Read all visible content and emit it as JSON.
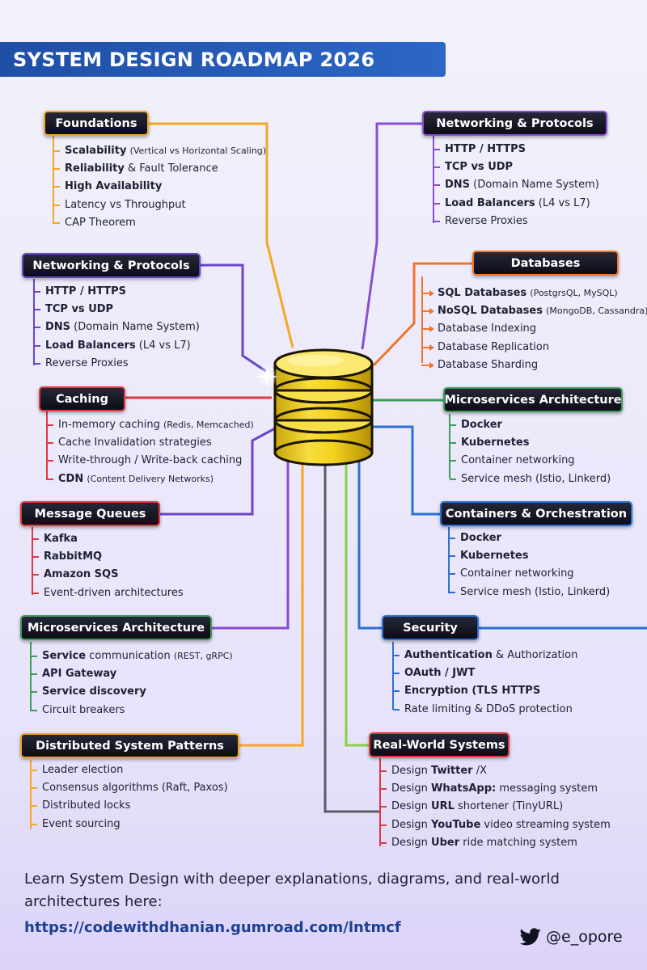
{
  "title": "SYSTEM DESIGN ROADMAP 2026",
  "colors": {
    "orange": "#f5a623",
    "purple": "#7b4bd6",
    "red": "#e0393e",
    "violet": "#9b3fcf",
    "green": "#3e9c5a",
    "orange2": "#f0742a",
    "blue": "#2c6fd6",
    "lightgreen": "#8bcf45"
  },
  "sections": {
    "foundations": {
      "title": "Foundations",
      "items": [
        {
          "b": "Scalability",
          "t": " ",
          "s": "(Vertical vs Horizontal Scaling)"
        },
        {
          "b": "Reliability",
          "t": " & Fault Tolerance",
          "s": ""
        },
        {
          "b": "High Availability",
          "t": "",
          "s": ""
        },
        {
          "b": "",
          "t": "Latency vs Throughput",
          "s": ""
        },
        {
          "b": "",
          "t": "CAP Theorem",
          "s": ""
        }
      ]
    },
    "networking_right": {
      "title": "Networking & Protocols",
      "items": [
        {
          "b": "HTTP / HTTPS",
          "t": "",
          "s": ""
        },
        {
          "b": "TCP vs UDP",
          "t": "",
          "s": ""
        },
        {
          "b": "DNS",
          "t": " (Domain Name System)",
          "s": ""
        },
        {
          "b": "Load Balancers",
          "t": " (L4 vs L7)",
          "s": ""
        },
        {
          "b": "",
          "t": "Reverse Proxies",
          "s": ""
        }
      ]
    },
    "networking_left": {
      "title": "Networking & Protocols",
      "items": [
        {
          "b": "HTTP / HTTPS",
          "t": "",
          "s": ""
        },
        {
          "b": "TCP vs UDP",
          "t": "",
          "s": ""
        },
        {
          "b": "DNS",
          "t": " (Domain Name System)",
          "s": ""
        },
        {
          "b": "Load Balancers",
          "t": " (L4 vs L7)",
          "s": ""
        },
        {
          "b": "",
          "t": "Reverse Proxies",
          "s": ""
        }
      ]
    },
    "databases": {
      "title": "Databases",
      "items": [
        {
          "b": "SQL Databases",
          "t": " ",
          "s": "(PostgrsQL, MySQL)"
        },
        {
          "b": "NoSQL Databases",
          "t": " ",
          "s": "(MongoDB, Cassandra)"
        },
        {
          "b": "",
          "t": "Database Indexing",
          "s": ""
        },
        {
          "b": "",
          "t": "Database Replication",
          "s": ""
        },
        {
          "b": "",
          "t": "Database Sharding",
          "s": ""
        }
      ]
    },
    "caching": {
      "title": "Caching",
      "items": [
        {
          "b": "",
          "t": "In-memory caching ",
          "s": "(Redis, Memcached)"
        },
        {
          "b": "",
          "t": "Cache Invalidation strategies",
          "s": ""
        },
        {
          "b": "",
          "t": "Write-through / Write-back caching",
          "s": ""
        },
        {
          "b": "CDN",
          "t": " ",
          "s": "(Content Delivery Networks)"
        }
      ]
    },
    "microservices_right": {
      "title": "Microservices Architecture",
      "items": [
        {
          "b": "Docker",
          "t": "",
          "s": ""
        },
        {
          "b": "Kubernetes",
          "t": "",
          "s": ""
        },
        {
          "b": "",
          "t": "Container networking",
          "s": ""
        },
        {
          "b": "",
          "t": "Service mesh (Istio, Linkerd)",
          "s": ""
        }
      ]
    },
    "message_queues": {
      "title": "Message Queues",
      "items": [
        {
          "b": "Kafka",
          "t": "",
          "s": ""
        },
        {
          "b": "RabbitMQ",
          "t": "",
          "s": ""
        },
        {
          "b": "Amazon SQS",
          "t": "",
          "s": ""
        },
        {
          "b": "",
          "t": "Event-driven architectures",
          "s": ""
        }
      ]
    },
    "containers": {
      "title": "Containers & Orchestration",
      "items": [
        {
          "b": "Docker",
          "t": "",
          "s": ""
        },
        {
          "b": "Kubernetes",
          "t": "",
          "s": ""
        },
        {
          "b": "",
          "t": "Container networking",
          "s": ""
        },
        {
          "b": "",
          "t": "Service mesh (Istio, Linkerd)",
          "s": ""
        }
      ]
    },
    "microservices_left": {
      "title": "Microservices Architecture",
      "items": [
        {
          "b": "Service",
          "t": " communication ",
          "s": "(REST, gRPC)"
        },
        {
          "b": "API Gateway",
          "t": "",
          "s": ""
        },
        {
          "b": "Service discovery",
          "t": "",
          "s": ""
        },
        {
          "b": "",
          "t": "Circuit breakers",
          "s": ""
        }
      ]
    },
    "security": {
      "title": "Security",
      "items": [
        {
          "b": "Authentication",
          "t": " & Authorization",
          "s": ""
        },
        {
          "b": "OAuth / JWT",
          "t": "",
          "s": ""
        },
        {
          "b": "Encryption (TLS HTTPS",
          "t": "",
          "s": ""
        },
        {
          "b": "",
          "t": "Rate limiting & DDoS protection",
          "s": ""
        }
      ]
    },
    "distributed": {
      "title": "Distributed System Patterns",
      "items": [
        {
          "b": "",
          "t": "Leader election",
          "s": ""
        },
        {
          "b": "",
          "t": "Consensus algorithms (Raft, Paxos)",
          "s": ""
        },
        {
          "b": "",
          "t": "Distributed locks",
          "s": ""
        },
        {
          "b": "",
          "t": "Event sourcing",
          "s": ""
        }
      ]
    },
    "realworld": {
      "title": "Real-World Systems",
      "items": [
        {
          "pre": "Design ",
          "b": "Twitter",
          "t": " /X"
        },
        {
          "pre": "Design ",
          "b": "WhatsApp:",
          "t": " messaging system"
        },
        {
          "pre": "Design ",
          "b": "URL",
          "t": " shortener (TinyURL)"
        },
        {
          "pre": "Design ",
          "b": "YouTube",
          "t": " video streaming system"
        },
        {
          "pre": "Design ",
          "b": "Uber",
          "t": " ride matching system"
        }
      ]
    }
  },
  "footer": {
    "cta": "Learn System Design with deeper explanations, diagrams, and real-world architectures here:",
    "url": "https://codewithdhanian.gumroad.com/lntmcf",
    "handle": "@e_opore",
    "handle_icon": "twitter-bird-icon",
    "center_icon": "database-icon"
  }
}
